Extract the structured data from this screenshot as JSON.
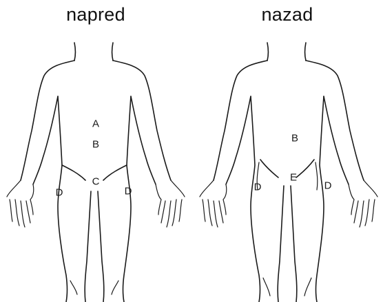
{
  "figures": {
    "front": {
      "title": "napred",
      "labels": {
        "upper_abdomen": "A",
        "lower_abdomen": "B",
        "groin_center": "C",
        "thigh_left": "D",
        "thigh_right": "D"
      }
    },
    "back": {
      "title": "nazad",
      "labels": {
        "lower_back": "B",
        "buttocks_center": "E",
        "thigh_left": "D",
        "thigh_right": "D"
      }
    }
  }
}
